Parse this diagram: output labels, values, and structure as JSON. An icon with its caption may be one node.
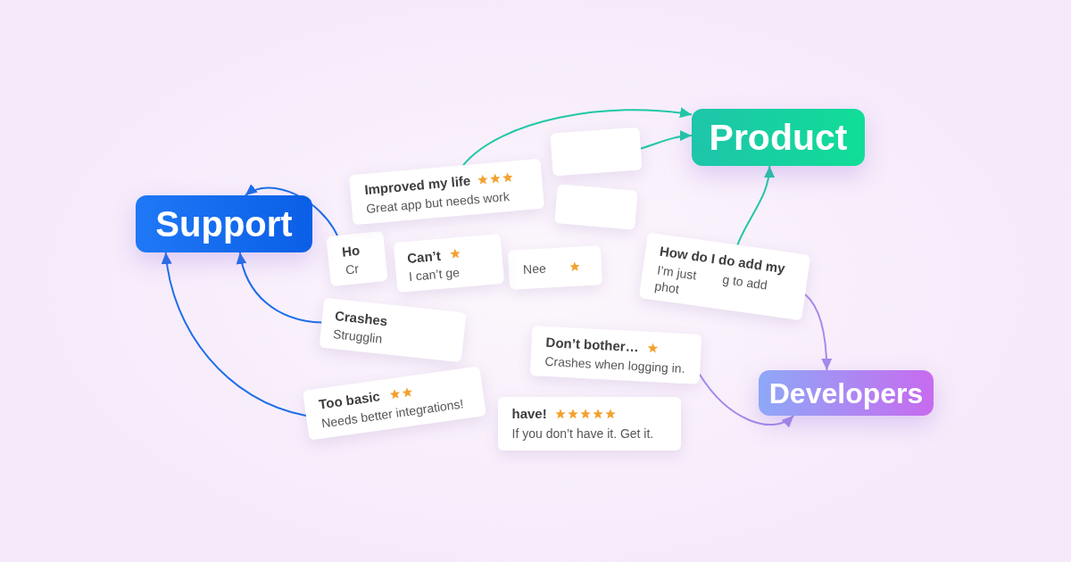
{
  "diagram": {
    "nodes": [
      {
        "text": [
          "Support"
        ]
      },
      {
        "text": [
          "Product"
        ]
      },
      {
        "text": [
          "Developers"
        ]
      },
      {
        "text": [
          "Ho",
          "Cr"
        ]
      },
      {
        "text": [
          "Can’t",
          "I can’t ge"
        ]
      },
      {
        "text": [
          "Nee"
        ]
      },
      {
        "text": [],
        "shape": "box"
      },
      {
        "text": [],
        "shape": "box"
      },
      {
        "text": [
          "Improved my life",
          "Great app but needs work"
        ]
      },
      {
        "text": [
          "How do I do add my",
          "I’m just",
          "g to add",
          "phot"
        ]
      },
      {
        "text": [
          "Crashes",
          "Strugglin"
        ]
      },
      {
        "text": [
          "have!",
          "If you don’t have it. Get it."
        ]
      },
      {
        "text": [
          "Too basic",
          "Needs better integrations!"
        ]
      },
      {
        "text": [
          "Don’t bother…",
          "Crashes when logging in."
        ]
      }
    ],
    "edges": [
      {
        "from": 3,
        "to": 0,
        "arrow": "to",
        "color": "#1d6fe8"
      },
      {
        "from": 10,
        "to": 0,
        "arrow": "to",
        "color": "#1d6fe8"
      },
      {
        "from": 12,
        "to": 0,
        "arrow": "to",
        "color": "#1d6fe8"
      },
      {
        "from": 8,
        "to": 1,
        "arrow": "to",
        "color": "#1fc8a6"
      },
      {
        "from": 6,
        "to": 1,
        "arrow": "to",
        "color": "#1fc8a6"
      },
      {
        "from": 9,
        "to": 1,
        "arrow": "to",
        "color": "#1fc8a6"
      },
      {
        "from": 9,
        "to": 2,
        "arrow": "to",
        "color": "#a48beb"
      },
      {
        "from": 13,
        "to": 2,
        "arrow": "to",
        "color": "#a48beb"
      }
    ]
  }
}
